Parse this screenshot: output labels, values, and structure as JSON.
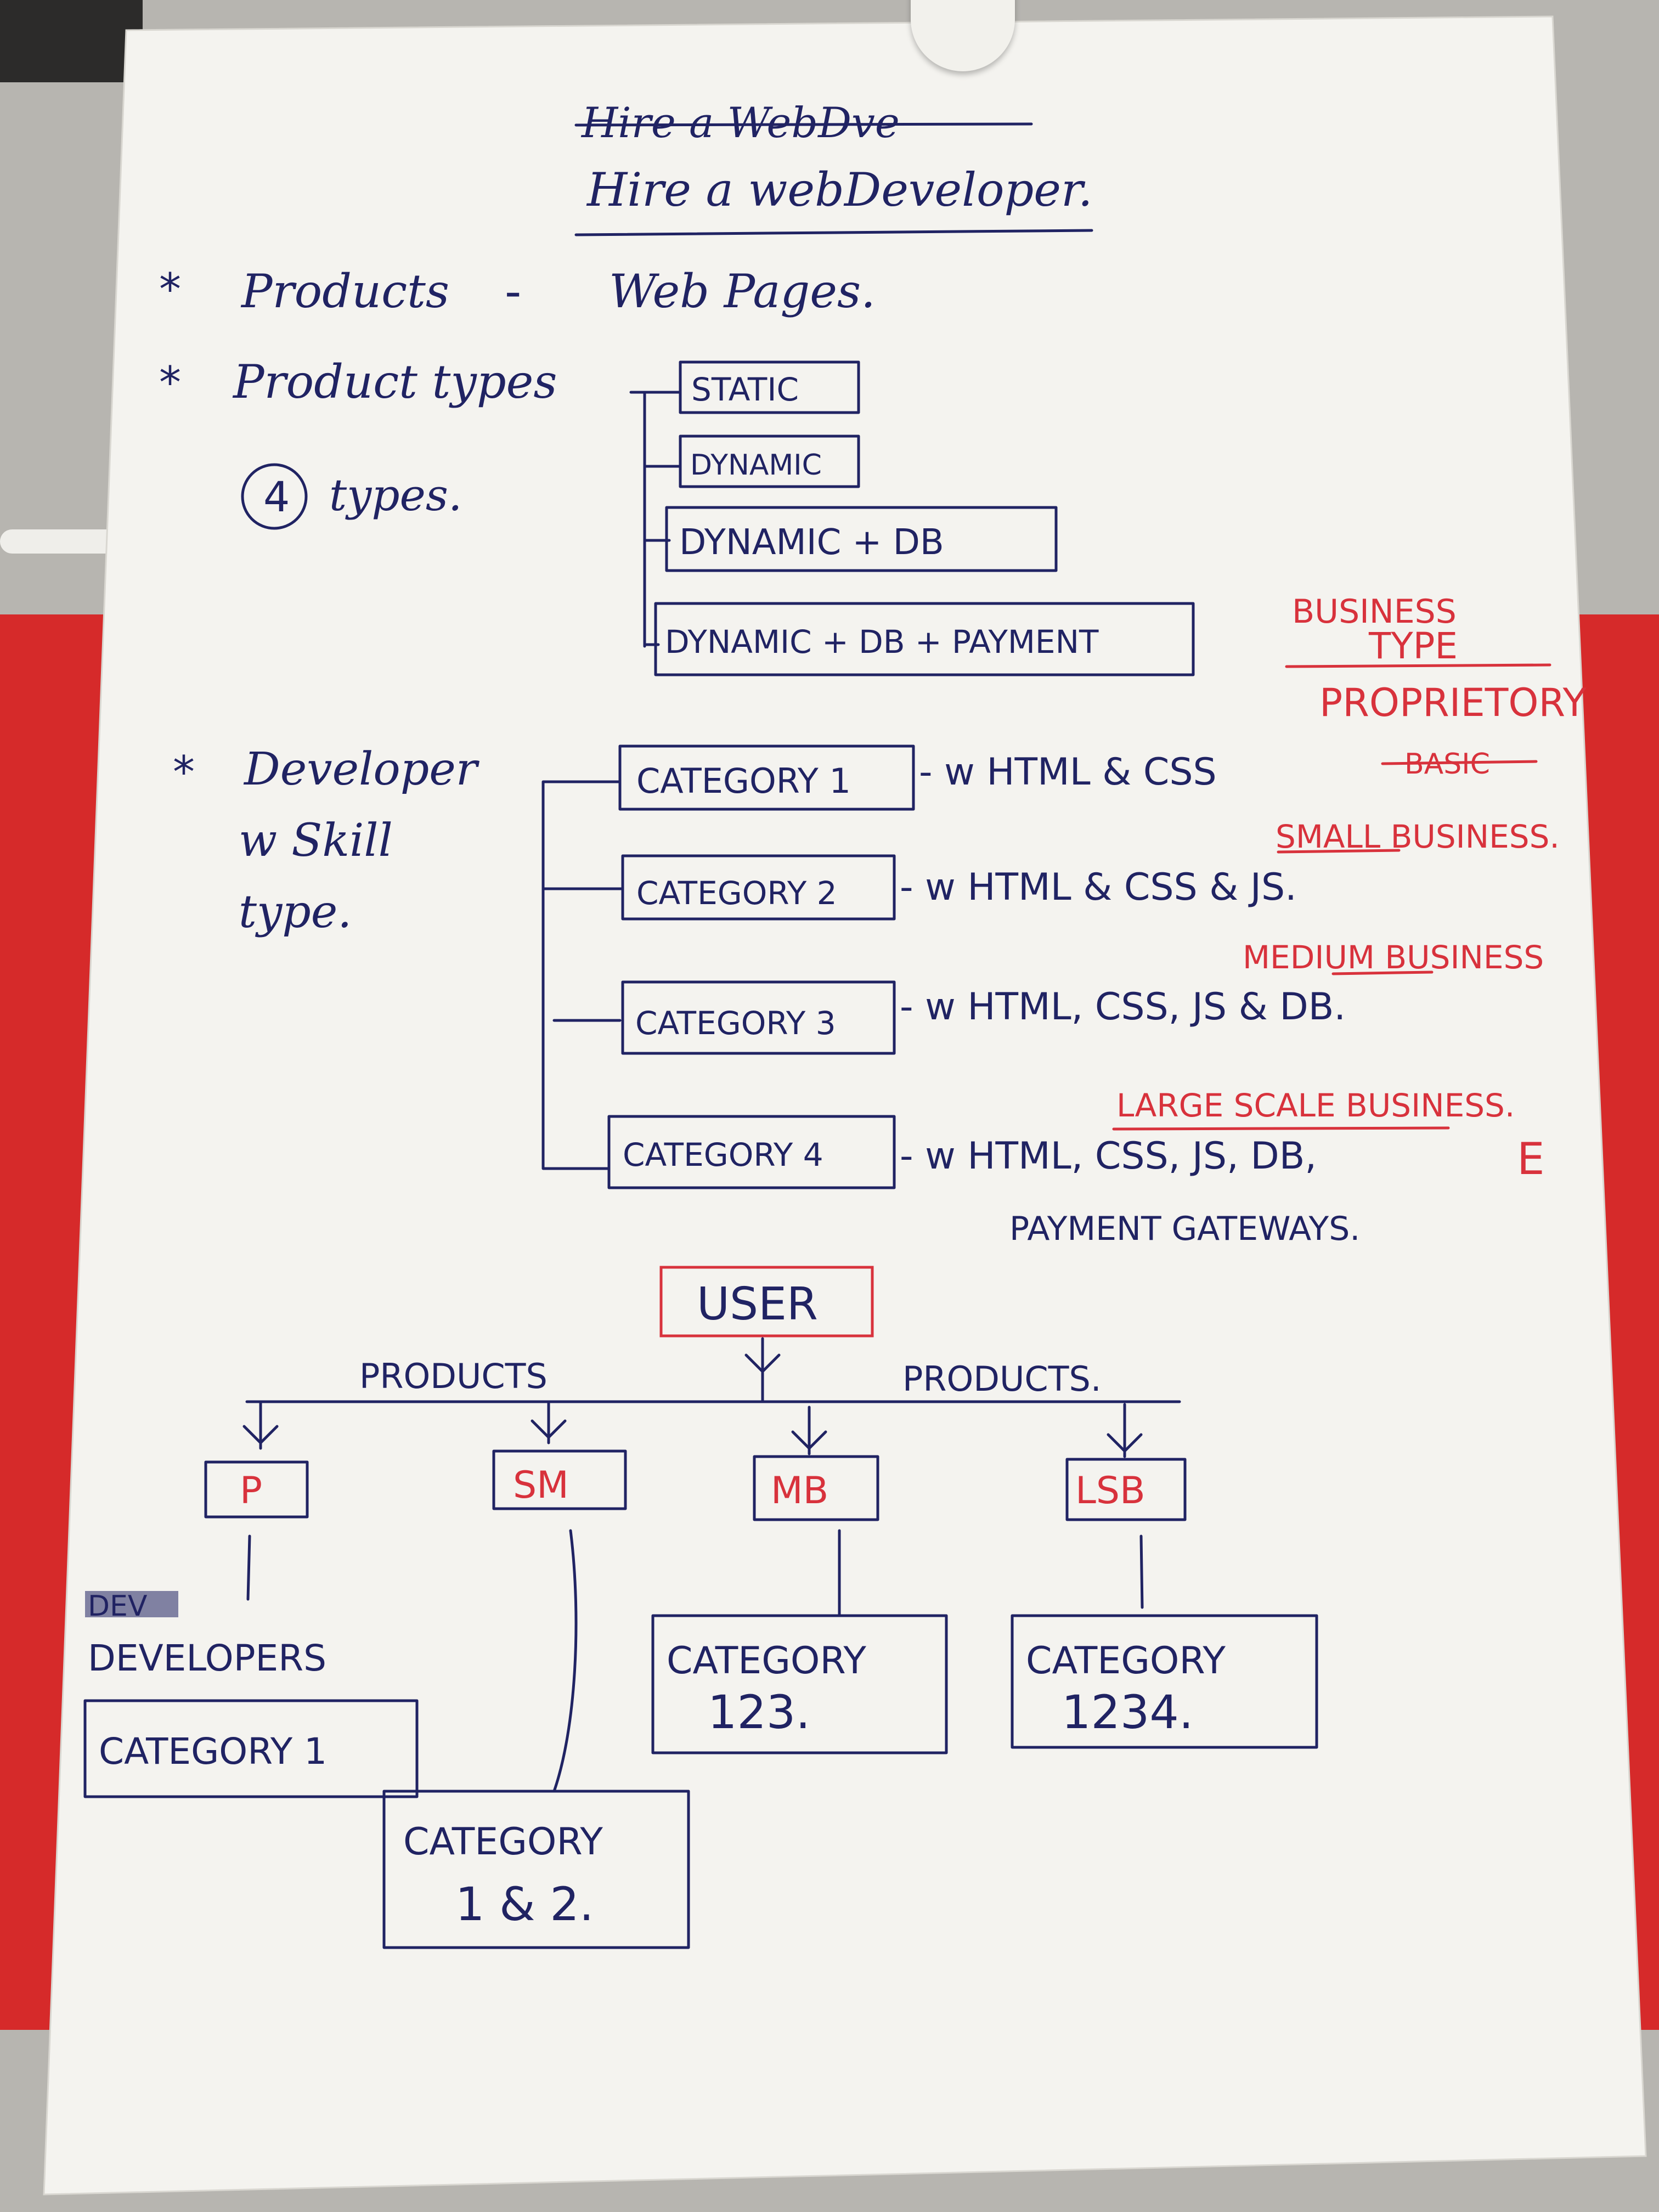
{
  "title": {
    "struck": "Hire a WebDve",
    "main": "Hire a webDeveloper."
  },
  "products": {
    "star": "*",
    "label": "Products",
    "dash": "-",
    "value": "Web Pages."
  },
  "product_types": {
    "label": "Product types",
    "count_number": "4",
    "count_label": "types.",
    "items": [
      "STATIC",
      "DYNAMIC",
      "DYNAMIC + DB",
      "DYNAMIC + DB + PAYMENT"
    ]
  },
  "business_type": {
    "heading_line1": "BUSINESS",
    "heading_line2": "TYPE"
  },
  "developer": {
    "label_line1": "Developer",
    "label_line2": "w Skill",
    "label_line3": "type.",
    "categories": [
      {
        "box": "CATEGORY 1",
        "skills": "- w HTML & CSS",
        "business": "PROPRIETORY",
        "struck": "BASIC"
      },
      {
        "box": "CATEGORY 2",
        "skills": "- w HTML & CSS & JS.",
        "business": "SMALL BUSINESS."
      },
      {
        "box": "CATEGORY 3",
        "skills": "- w HTML, CSS, JS & DB.",
        "business": "MEDIUM BUSINESS"
      },
      {
        "box": "CATEGORY 4",
        "skills": "- w HTML, CSS, JS, DB,",
        "skills_line2": "PAYMENT GATEWAYS.",
        "business": "LARGE SCALE BUSINESS.",
        "extra": "E"
      }
    ]
  },
  "user_flow": {
    "user": "USER",
    "products_left": "PRODUCTS",
    "products_right": "PRODUCTS.",
    "nodes": [
      {
        "code": "P",
        "struck": "DEV",
        "sub": "DEVELOPERS",
        "box_line1": "CATEGORY 1",
        "box_line2": ""
      },
      {
        "code": "SM",
        "box_line1": "CATEGORY",
        "box_line2": "1 & 2."
      },
      {
        "code": "MB",
        "box_line1": "CATEGORY",
        "box_line2": "123."
      },
      {
        "code": "LSB",
        "box_line1": "CATEGORY",
        "box_line2": "1234."
      }
    ]
  },
  "colors": {
    "ink_blue": "#202363",
    "ink_red": "#d8323c",
    "paper": "#f4f3ef",
    "folder_red": "#d62a2a"
  }
}
